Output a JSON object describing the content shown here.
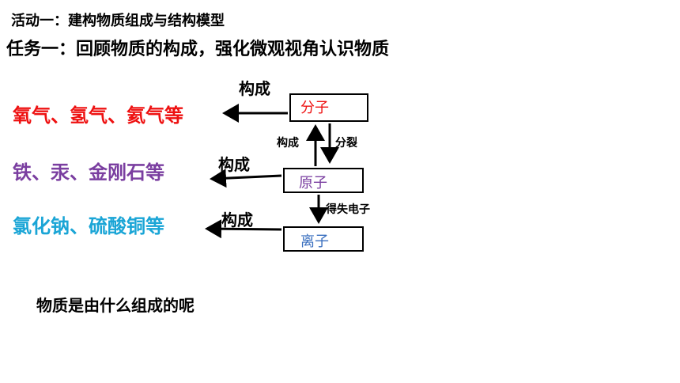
{
  "header": {
    "activity": "活动一：建构物质组成与结构模型",
    "task": "任务一：回顾物质的构成，强化微观视角认识物质"
  },
  "substances": {
    "molecular": "氧气、氢气、氦气等",
    "atomic": "铁、汞、金刚石等",
    "ionic": "氯化钠、硫酸铜等"
  },
  "particles": {
    "molecule": "分子",
    "atom": "原子",
    "ion": "离子"
  },
  "labels": {
    "compose_top": "构成",
    "compose_mid": "构成",
    "compose_bottom": "构成",
    "compose_up": "构成",
    "split": "分裂",
    "gain_lose_electrons": "得失电子"
  },
  "question": "物质是由什么组成的呢",
  "colors": {
    "molecule_group": "#ee1111",
    "atom_group": "#7a3ea0",
    "ion_group": "#1aa5d6",
    "molecule_text": "#ee1111",
    "atom_text": "#7a3ea0",
    "ion_text": "#3a6fbf"
  }
}
